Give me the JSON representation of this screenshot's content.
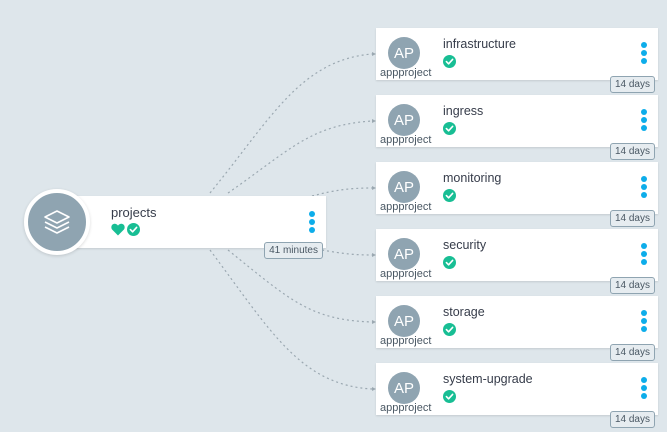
{
  "colors": {
    "background": "#dee6eb",
    "icon_bg": "#8fa4b1",
    "healthy": "#18be94",
    "accent": "#0dadea",
    "edge": "#9ba8b1"
  },
  "root": {
    "name": "projects",
    "icon": "layers-icon",
    "health_icon": "heart-icon",
    "sync_icon": "check-circle-icon",
    "age": "41 minutes"
  },
  "children": [
    {
      "avatar": "AP",
      "kind": "appproject",
      "name": "infrastructure",
      "sync_icon": "check-circle-icon",
      "age": "14 days"
    },
    {
      "avatar": "AP",
      "kind": "appproject",
      "name": "ingress",
      "sync_icon": "check-circle-icon",
      "age": "14 days"
    },
    {
      "avatar": "AP",
      "kind": "appproject",
      "name": "monitoring",
      "sync_icon": "check-circle-icon",
      "age": "14 days"
    },
    {
      "avatar": "AP",
      "kind": "appproject",
      "name": "security",
      "sync_icon": "check-circle-icon",
      "age": "14 days"
    },
    {
      "avatar": "AP",
      "kind": "appproject",
      "name": "storage",
      "sync_icon": "check-circle-icon",
      "age": "14 days"
    },
    {
      "avatar": "AP",
      "kind": "appproject",
      "name": "system-upgrade",
      "sync_icon": "check-circle-icon",
      "age": "14 days"
    }
  ]
}
